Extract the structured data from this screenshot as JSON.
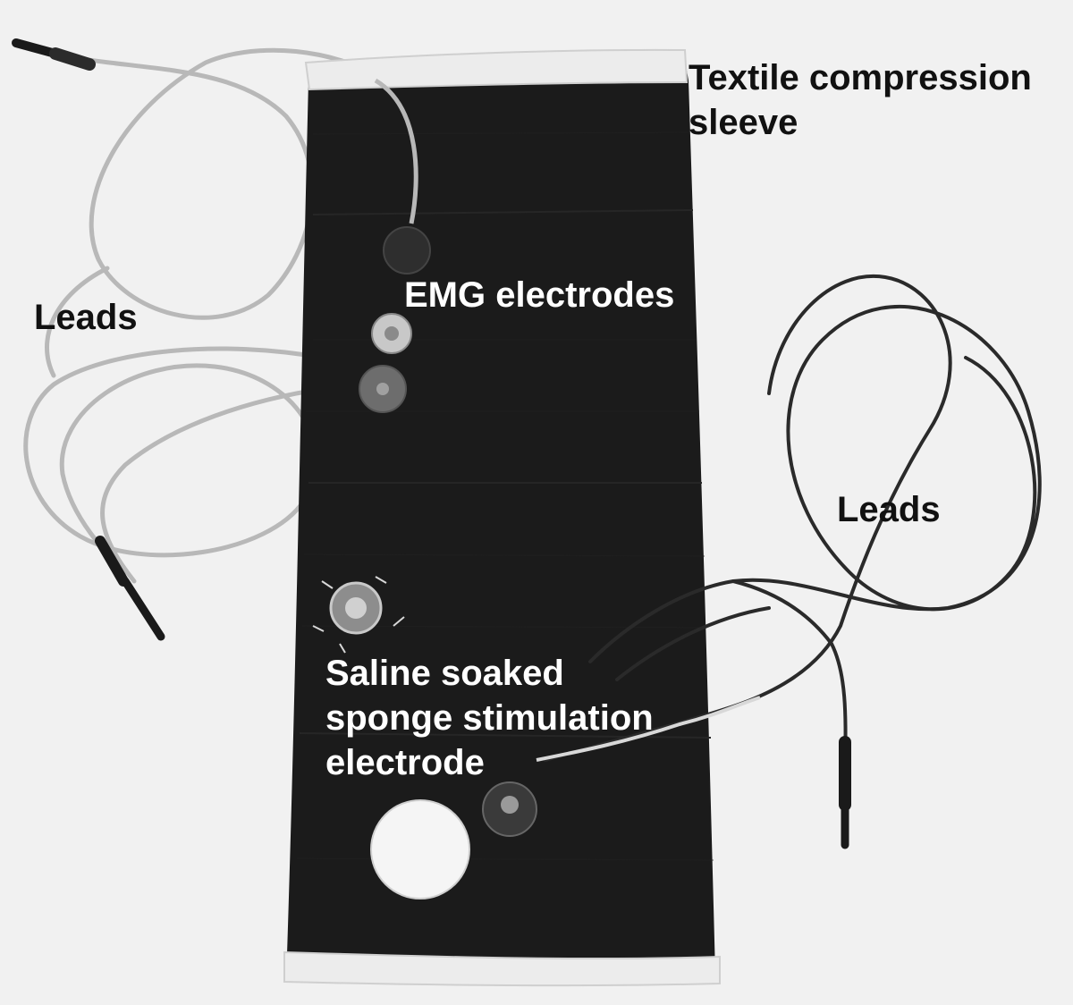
{
  "labels": {
    "sleeve": [
      "Textile compression",
      "sleeve"
    ],
    "emg": "EMG electrodes",
    "leads_left": "Leads",
    "leads_right": "Leads",
    "sponge": [
      "Saline soaked",
      "sponge stimulation",
      "electrode"
    ]
  },
  "colors": {
    "background": "#f2f2f2",
    "sleeve": "#1c1c1c",
    "cuff": "#ececec",
    "light_lead": "#b9b9b9",
    "dark_lead": "#2a2a2a"
  }
}
